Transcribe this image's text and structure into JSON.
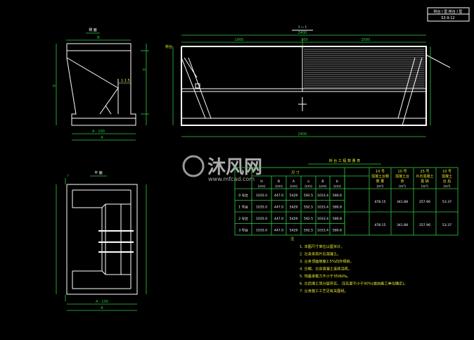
{
  "title_block": {
    "line1": "桥台 I 型 桥台 I 型",
    "line2": "S3-9-12"
  },
  "views": {
    "side": {
      "title": "侧 面",
      "width_label": "B",
      "height_label": "H",
      "bottom_dim": "A - 100",
      "bottom_label": "A"
    },
    "elevation": {
      "title": "I — I",
      "total_top": "2400",
      "seg_left": "1900",
      "seg_mid": "300",
      "seg_right": "2500",
      "total_bottom": "2400",
      "left_tag": "桥台"
    },
    "plan": {
      "title": "平 面",
      "section_mark": "I",
      "bottom_dim": "A - 100",
      "bottom_label": "A"
    }
  },
  "table": {
    "title": "桥 台 工 程 数 量 表",
    "size_group": "尺 寸",
    "col_units": [
      "(cm)",
      "(cm)",
      "(cm)",
      "(cm)",
      "(cm)",
      "(cm)"
    ],
    "col_heads": [
      "H",
      "B",
      "A",
      "a",
      "B",
      "b"
    ],
    "rows": [
      {
        "name": "0 号台",
        "vals": [
          "1035.0",
          "447.0",
          "5429",
          "592.5",
          "1033.4",
          "580.6"
        ]
      },
      {
        "name": "1 号台",
        "vals": [
          "1035.0",
          "447.0",
          "5429",
          "592.5",
          "1033.4",
          "580.8"
        ]
      },
      {
        "name": "2 号台",
        "vals": [
          "1035.0",
          "447.0",
          "5429",
          "592.5",
          "1033.4",
          "580.8"
        ]
      },
      {
        "name": "3 号台",
        "vals": [
          "1035.0",
          "447.0",
          "5429",
          "592.5",
          "1033.4",
          "580.6"
        ]
      }
    ],
    "qty_heads": [
      {
        "top": "10 号",
        "mid": "混凝土台帽",
        "sub": "数 量",
        "unit": "(m³)"
      },
      {
        "top": "10 号",
        "mid": "混凝土台",
        "sub": "身",
        "unit": "(m³)"
      },
      {
        "top": "25 号",
        "mid": "片石混凝土",
        "sub": "基 础",
        "unit": "(m³)"
      },
      {
        "top": "10 号",
        "mid": "混凝土",
        "sub": "台 后",
        "unit": "(m³)"
      }
    ],
    "qty_values": [
      [
        "478.15",
        "341.88",
        "257.96",
        "53.37"
      ],
      [
        "478.15",
        "341.88",
        "257.96",
        "53.37"
      ]
    ]
  },
  "notes": {
    "heading": "注",
    "items": [
      "1. 本图尺寸单位以厘米计。",
      "2. 台身采用片石混凝土。",
      "3. 台身顶面坡度2.5%向外倾斜。",
      "4. 台帽、台身混凝土连续浇筑。",
      "5. 地基承载力不小于350kPa。",
      "6. 台后填土须分层夯实，   压实度不小于90%(或由施工单位确定)。",
      "7. 台身施工工艺见有关图纸。"
    ]
  },
  "watermark": {
    "brand": "沐风网",
    "url": "www.mfcad.com"
  }
}
